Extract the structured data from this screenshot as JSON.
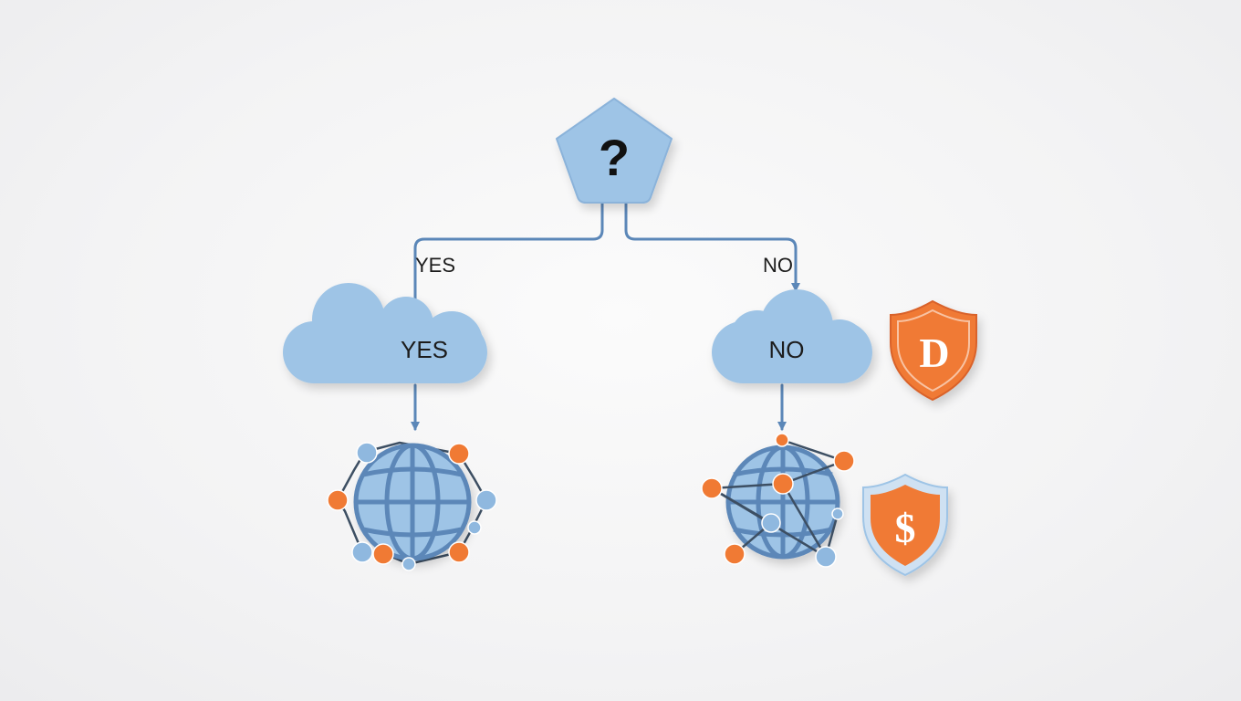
{
  "decision": {
    "symbol": "?",
    "icon": "question-pentagon"
  },
  "branches": {
    "yes": {
      "edge_label": "YES",
      "node_label": "YES",
      "node_icon": "cloud-icon",
      "result_icon": "network-globe-icon"
    },
    "no": {
      "edge_label": "NO",
      "node_label": "NO",
      "node_icon": "cloud-icon",
      "result_icon": "network-globe-icon",
      "badges": [
        {
          "glyph": "D",
          "icon": "shield-icon"
        },
        {
          "glyph": "$",
          "icon": "shield-dollar-icon"
        }
      ]
    }
  },
  "colors": {
    "node_fill": "#9ec4e6",
    "node_shadow": "#7fa4c6",
    "connector": "#5b87b8",
    "accent_orange": "#f07a34",
    "accent_orange_dark": "#d9622a",
    "shield_rim": "#cfe1f2",
    "network_line": "#3d4f63",
    "network_dot_blue": "#8fb8df"
  }
}
